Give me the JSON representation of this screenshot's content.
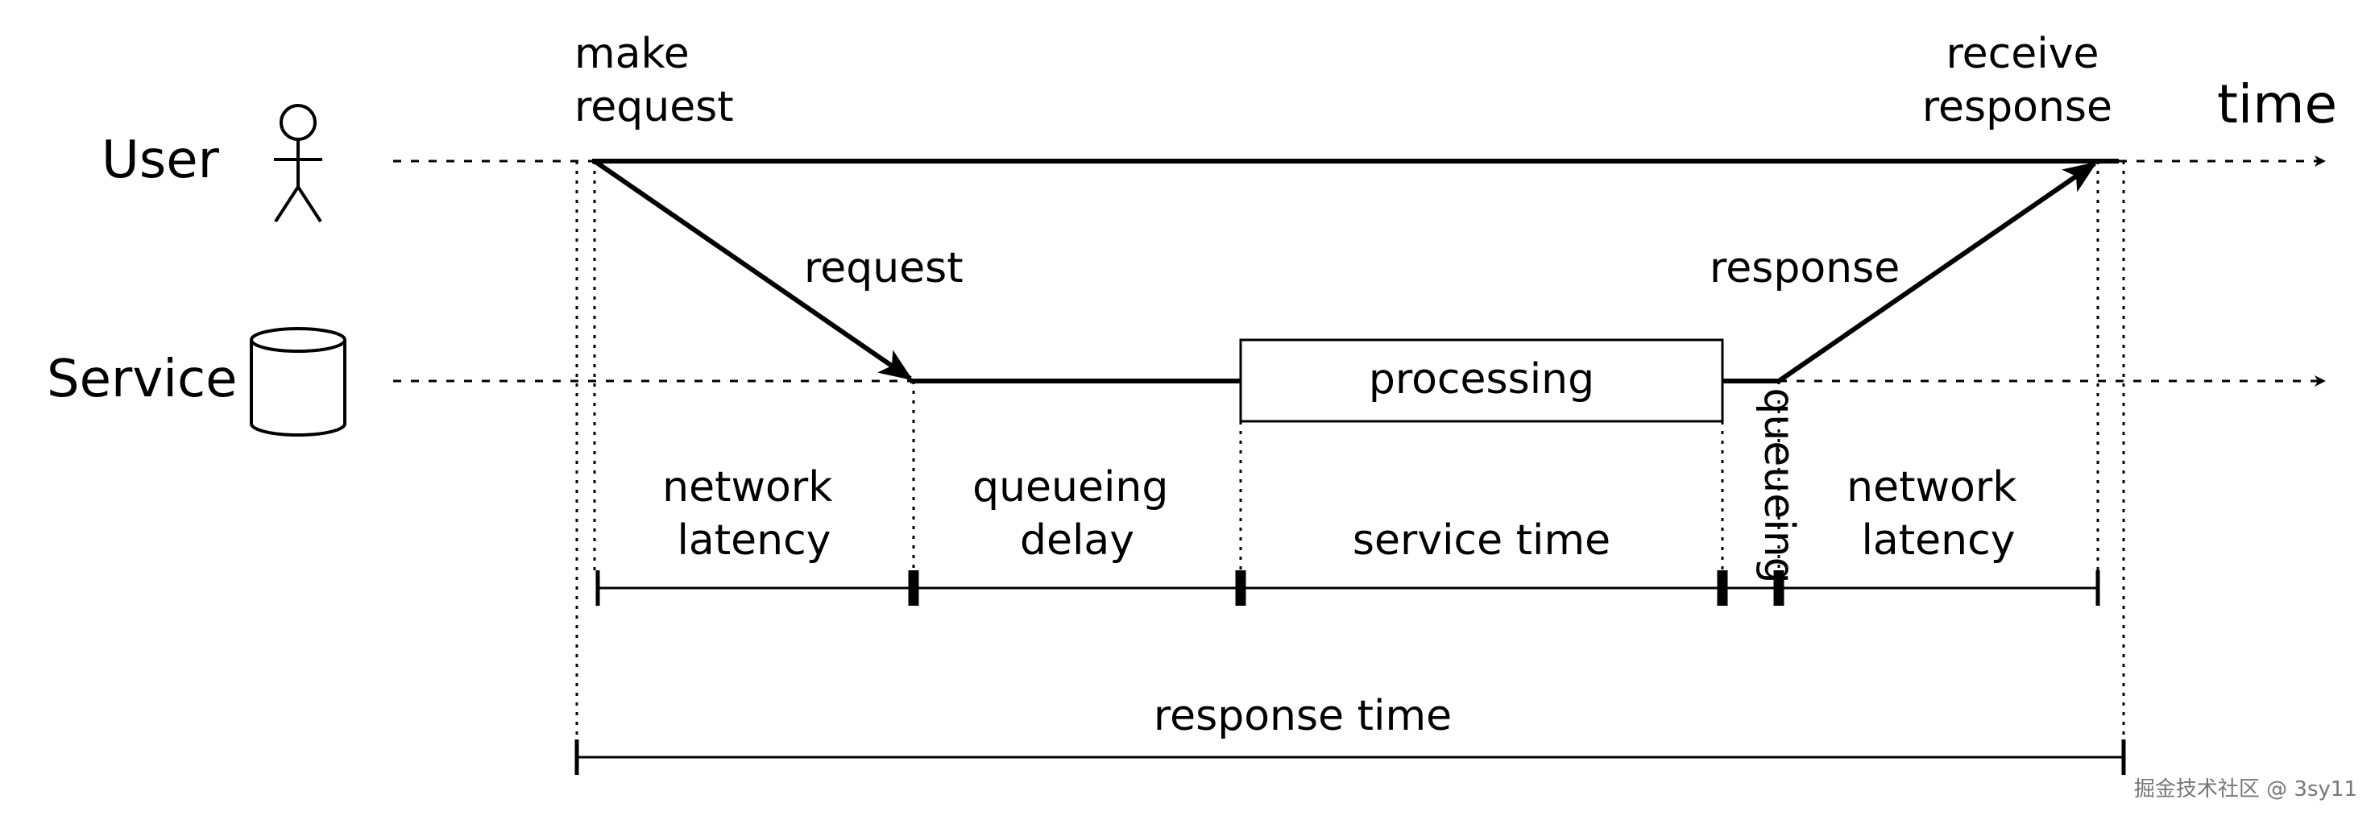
{
  "actors": {
    "user": "User",
    "service": "Service"
  },
  "axis": {
    "time": "time"
  },
  "events": {
    "make_request": [
      "make",
      "request"
    ],
    "receive_response": [
      "receive",
      "response"
    ]
  },
  "arrows": {
    "request": "request",
    "response": "response"
  },
  "processing_box": "processing",
  "segments": {
    "network_latency_1": [
      "network",
      "latency"
    ],
    "queueing_delay": [
      "queueing",
      "delay"
    ],
    "service_time": "service time",
    "queueing": "queueing",
    "network_latency_2": [
      "network",
      "latency"
    ]
  },
  "total": "response time",
  "watermark": "掘金技术社区 @ 3sy11"
}
